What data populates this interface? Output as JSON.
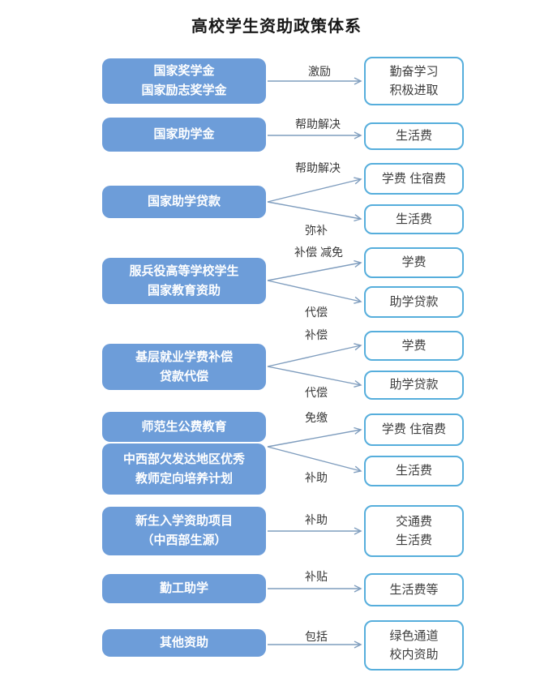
{
  "title": "高校学生资助政策体系",
  "colors": {
    "left_box_fill": "#6D9DD9",
    "right_box_border": "#56AEDC",
    "arrow_color": "#7F9DBE",
    "label_color": "#383838"
  },
  "left_boxes": [
    {
      "text": "国家奖学金\n国家励志奖学金"
    },
    {
      "text": "国家助学金"
    },
    {
      "text": "国家助学贷款"
    },
    {
      "text": "服兵役高等学校学生\n国家教育资助"
    },
    {
      "text": "基层就业学费补偿\n贷款代偿"
    },
    {
      "text": "师范生公费教育"
    },
    {
      "text": "中西部欠发达地区优秀\n教师定向培养计划"
    },
    {
      "text": "新生入学资助项目\n（中西部生源）"
    },
    {
      "text": "勤工助学"
    },
    {
      "text": "其他资助"
    }
  ],
  "right_boxes": [
    {
      "text": "勤奋学习\n积极进取"
    },
    {
      "text": "生活费"
    },
    {
      "text": "学费 住宿费"
    },
    {
      "text": "生活费"
    },
    {
      "text": "学费"
    },
    {
      "text": "助学贷款"
    },
    {
      "text": "学费"
    },
    {
      "text": "助学贷款"
    },
    {
      "text": "学费 住宿费"
    },
    {
      "text": "生活费"
    },
    {
      "text": "交通费\n生活费"
    },
    {
      "text": "生活费等"
    },
    {
      "text": "绿色通道\n校内资助"
    }
  ],
  "edge_labels": [
    {
      "text": "激励"
    },
    {
      "text": "帮助解决"
    },
    {
      "text": "帮助解决"
    },
    {
      "text": "弥补"
    },
    {
      "text": "补偿 减免"
    },
    {
      "text": "代偿"
    },
    {
      "text": "补偿"
    },
    {
      "text": "代偿"
    },
    {
      "text": "免缴"
    },
    {
      "text": "补助"
    },
    {
      "text": "补助"
    },
    {
      "text": "补贴"
    },
    {
      "text": "包括"
    }
  ]
}
